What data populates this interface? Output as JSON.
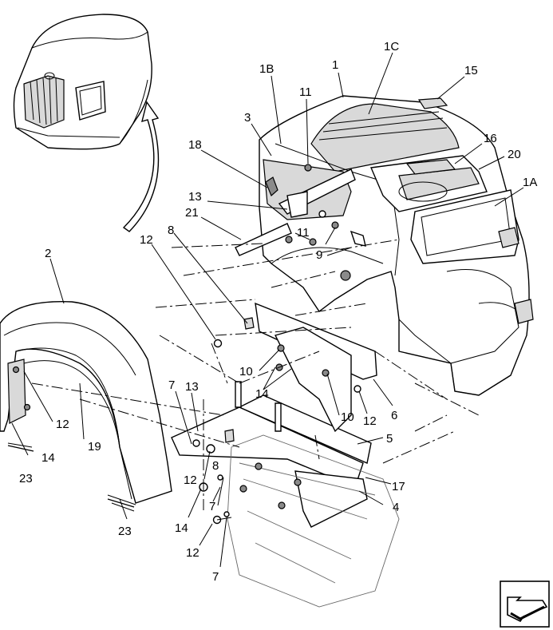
{
  "callouts": [
    {
      "id": "c1",
      "text": "1"
    },
    {
      "id": "c1c",
      "text": "1C"
    },
    {
      "id": "c15",
      "text": "15"
    },
    {
      "id": "c1b",
      "text": "1B"
    },
    {
      "id": "c11a",
      "text": "11"
    },
    {
      "id": "c3",
      "text": "3"
    },
    {
      "id": "c16",
      "text": "16"
    },
    {
      "id": "c20",
      "text": "20"
    },
    {
      "id": "c18",
      "text": "18"
    },
    {
      "id": "c1a",
      "text": "1A"
    },
    {
      "id": "c13a",
      "text": "13"
    },
    {
      "id": "c21",
      "text": "21"
    },
    {
      "id": "c8a",
      "text": "8"
    },
    {
      "id": "c11b",
      "text": "11"
    },
    {
      "id": "c12a",
      "text": "12"
    },
    {
      "id": "c9",
      "text": "9"
    },
    {
      "id": "c2",
      "text": "2"
    },
    {
      "id": "c10a",
      "text": "10"
    },
    {
      "id": "c14a",
      "text": "14"
    },
    {
      "id": "c6",
      "text": "6"
    },
    {
      "id": "c12b",
      "text": "12"
    },
    {
      "id": "c7a",
      "text": "7"
    },
    {
      "id": "c13b",
      "text": "13"
    },
    {
      "id": "c10b",
      "text": "10"
    },
    {
      "id": "c12c",
      "text": "12"
    },
    {
      "id": "c5",
      "text": "5"
    },
    {
      "id": "c19",
      "text": "19"
    },
    {
      "id": "c14b",
      "text": "14"
    },
    {
      "id": "c23a",
      "text": "23"
    },
    {
      "id": "c12d",
      "text": "12"
    },
    {
      "id": "c8b",
      "text": "8"
    },
    {
      "id": "c17",
      "text": "17"
    },
    {
      "id": "c7b",
      "text": "7"
    },
    {
      "id": "c4",
      "text": "4"
    },
    {
      "id": "c14c",
      "text": "14"
    },
    {
      "id": "c23b",
      "text": "23"
    },
    {
      "id": "c12e",
      "text": "12"
    },
    {
      "id": "c7c",
      "text": "7"
    }
  ],
  "nav_icon": "page-forward-arrow-icon"
}
